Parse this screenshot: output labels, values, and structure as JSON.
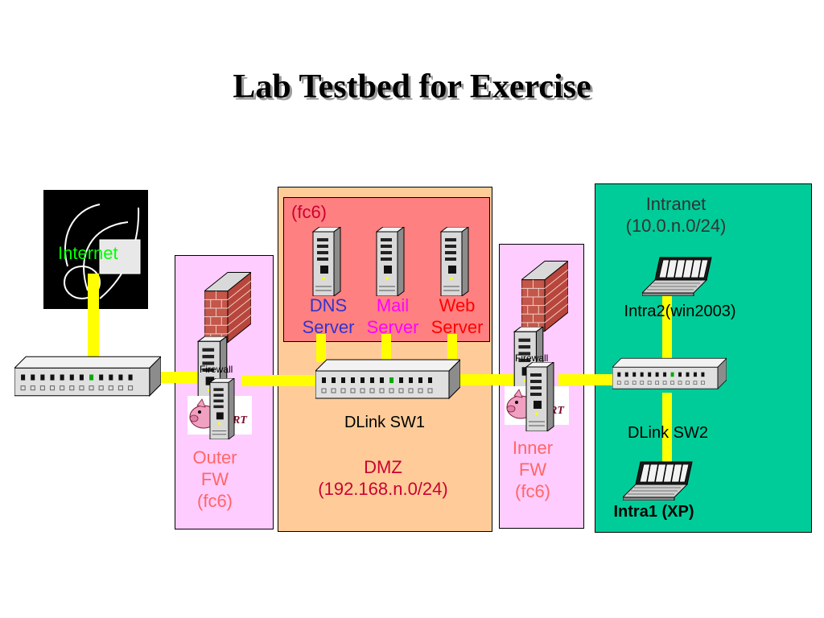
{
  "title": "Lab Testbed for Exercise",
  "internet": {
    "label": "Internet"
  },
  "outer_fw": {
    "line1": "Outer",
    "line2": "FW",
    "line3": "(fc6)",
    "device_label": "Firewall"
  },
  "dmz": {
    "line1": "DMZ",
    "line2": "(192.168.n.0/24)",
    "server_zone_label": "(fc6)",
    "dns": {
      "line1": "DNS",
      "line2": "Server",
      "color": "#3333cc"
    },
    "mail": {
      "line1": "Mail",
      "line2": "Server",
      "color": "#ff00ff"
    },
    "web": {
      "line1": "Web",
      "line2": "Server",
      "color": "#ff0000"
    },
    "switch_label": "DLink SW1"
  },
  "inner_fw": {
    "line1": "Inner",
    "line2": "FW",
    "line3": "(fc6)",
    "device_label": "Firewall"
  },
  "intranet": {
    "line1": "Intranet",
    "line2": "(10.0.n.0/24)",
    "intra2_label": "Intra2(win2003)",
    "switch_label": "DLink SW2",
    "intra1_label": "Intra1 (XP)"
  },
  "colors": {
    "wire": "#ffff00",
    "fw_zone": "#ffccff",
    "dmz_zone": "#ffcc99",
    "server_zone": "#ff8080",
    "intranet_zone": "#00cc99",
    "fw_text": "#ff6666",
    "dark_text": "#333333",
    "internet_text": "#00ff00",
    "fc6_text": "#cc0033"
  }
}
